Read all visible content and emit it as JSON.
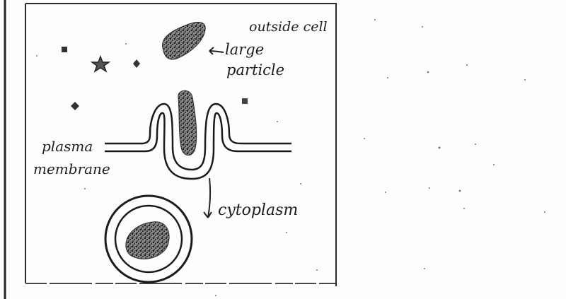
{
  "diagram": {
    "labels": {
      "outside_cell": "outside cell",
      "large": "large",
      "particle": "particle",
      "plasma": "plasma",
      "membrane": "membrane",
      "cytoplasm": "cytoplasm"
    },
    "colors": {
      "ink": "#1e1e1e",
      "paper": "#fdfdfc",
      "particle_fill": "#4a4a4a"
    },
    "icons": [
      "star-icon",
      "square-icon",
      "diamond-icon",
      "arrow-icon"
    ]
  }
}
